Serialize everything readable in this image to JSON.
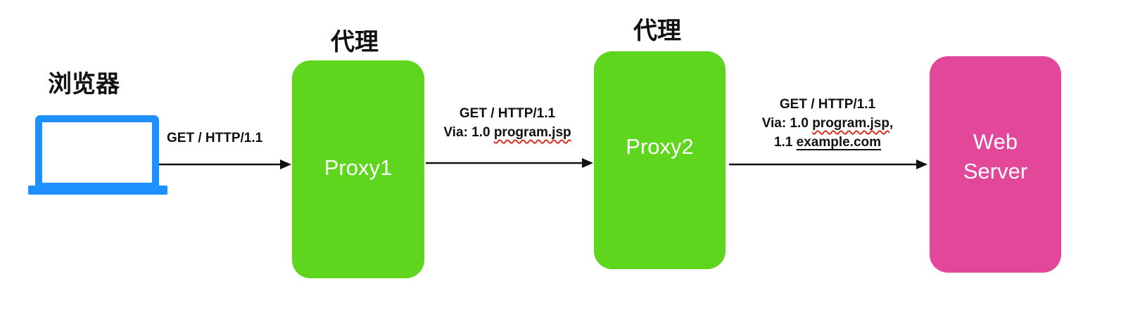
{
  "browser": {
    "heading": "浏览器",
    "icon": "laptop-icon",
    "color": "#1e90ff"
  },
  "proxy1": {
    "heading": "代理",
    "label": "Proxy1",
    "color": "#5fd61e"
  },
  "proxy2": {
    "heading": "代理",
    "label": "Proxy2",
    "color": "#5fd61e"
  },
  "server": {
    "label_line1": "Web",
    "label_line2": "Server",
    "color": "#e2479a"
  },
  "edges": {
    "browser_to_proxy1": {
      "line1": "GET / HTTP/1.1"
    },
    "proxy1_to_proxy2": {
      "line1": "GET / HTTP/1.1",
      "line2_prefix": "Via: 1.0 ",
      "line2_host": "program.jsp"
    },
    "proxy2_to_server": {
      "line1": "GET / HTTP/1.1",
      "line2_prefix": "Via: 1.0 ",
      "line2_host": "program.jsp",
      "line2_suffix": ",",
      "line3_prefix": "1.1 ",
      "line3_host": "example.com"
    }
  },
  "arrow_color": "#111111"
}
